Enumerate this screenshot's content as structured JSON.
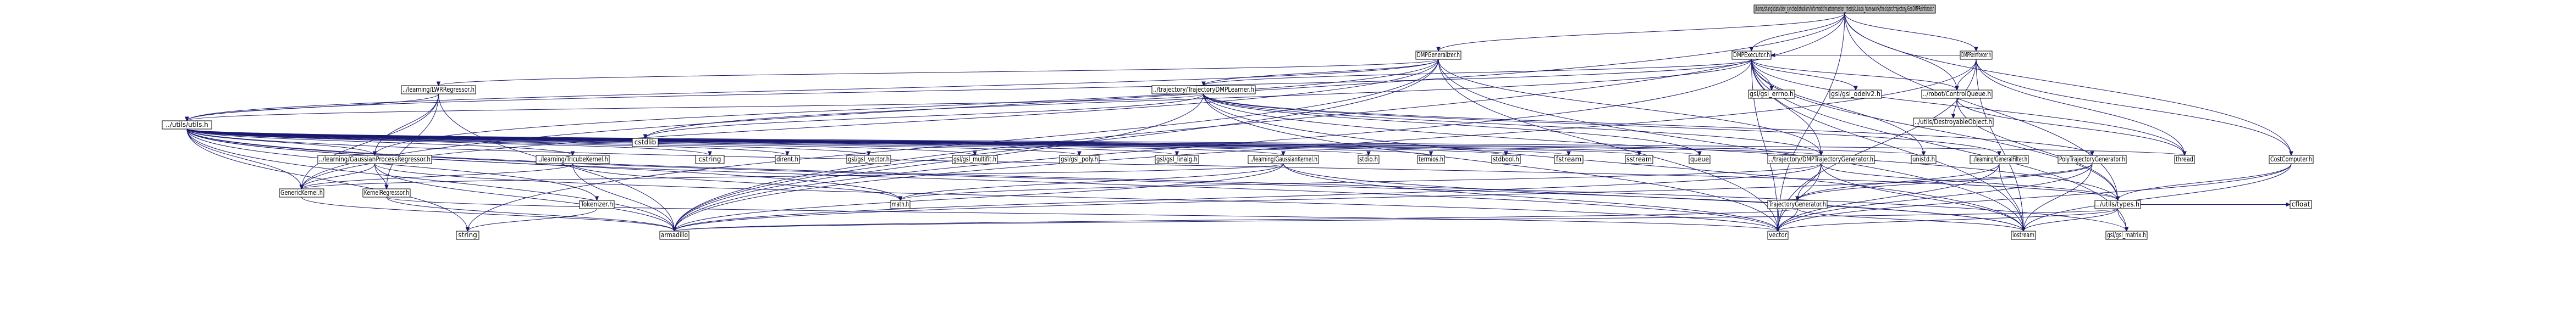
{
  "title": "/home/shangl/data/dev_synched/studium/informatik/master/master_thesis/kukadu_framework/thesis/src/trajectory/GenDMPReinforcer.h",
  "colors": {
    "edge": "#191970",
    "root_fill": "#bfbfbf",
    "node_fill": "#ffffff",
    "node_stroke": "#000000"
  },
  "nodes": [
    {
      "id": "root",
      "label": "/home/shangl/data/dev_synched/studium/informatik/master/master_thesis/kukadu_framework/thesis/src/trajectory/GenDMPReinforcer.h",
      "root": true
    },
    {
      "id": "dmpgeneralizer",
      "label": "DMPGeneralizer.h"
    },
    {
      "id": "dmpreinforcer",
      "label": "DMPReinforcer.h"
    },
    {
      "id": "dmpexecutor",
      "label": "DMPExecutor.h"
    },
    {
      "id": "lwrregressor",
      "label": "../learning/LWRRegressor.h"
    },
    {
      "id": "tdmplearner",
      "label": "../trajectory/TrajectoryDMPLearner.h"
    },
    {
      "id": "gslerrno",
      "label": "gsl/gsl_errno.h"
    },
    {
      "id": "gslodeiv2",
      "label": "gsl/gsl_odeiv2.h"
    },
    {
      "id": "robotcontrolqueue",
      "label": "../robot/ControlQueue.h"
    },
    {
      "id": "destroyable",
      "label": "../utils/DestroyableObject.h"
    },
    {
      "id": "utils",
      "label": "../utils/utils.h"
    },
    {
      "id": "cstdlib",
      "label": "cstdlib"
    },
    {
      "id": "gpr",
      "label": "../learning/GaussianProcessRegressor.h"
    },
    {
      "id": "tricubekernel",
      "label": "../learning/TricubeKernel.h"
    },
    {
      "id": "cstring",
      "label": "cstring"
    },
    {
      "id": "dirent",
      "label": "dirent.h"
    },
    {
      "id": "gslvector",
      "label": "gsl/gsl_vector.h"
    },
    {
      "id": "gslmultifit",
      "label": "gsl/gsl_multifit.h"
    },
    {
      "id": "gslpoly",
      "label": "gsl/gsl_poly.h"
    },
    {
      "id": "gsllinalg",
      "label": "gsl/gsl_linalg.h"
    },
    {
      "id": "gausskernel",
      "label": "../learning/GaussianKernel.h"
    },
    {
      "id": "stdio",
      "label": "stdio.h"
    },
    {
      "id": "termios",
      "label": "termios.h"
    },
    {
      "id": "stdbool",
      "label": "stdbool.h"
    },
    {
      "id": "fstream",
      "label": "fstream"
    },
    {
      "id": "sstream",
      "label": "sstream"
    },
    {
      "id": "queue",
      "label": "queue"
    },
    {
      "id": "tdmpgen",
      "label": "../trajectory/DMPTrajectoryGenerator.h"
    },
    {
      "id": "unistd",
      "label": "unistd.h"
    },
    {
      "id": "genfilter",
      "label": "../learning/GeneralFilter.h"
    },
    {
      "id": "polytraj",
      "label": "PolyTrajectoryGenerator.h"
    },
    {
      "id": "thread",
      "label": "thread"
    },
    {
      "id": "costcomputer",
      "label": "CostComputer.h"
    },
    {
      "id": "generickernel",
      "label": "GenericKernel.h"
    },
    {
      "id": "kernelregressor",
      "label": "KernelRegressor.h"
    },
    {
      "id": "tokenizer",
      "label": "Tokenizer.h"
    },
    {
      "id": "math",
      "label": "math.h"
    },
    {
      "id": "trajgen",
      "label": "TrajectoryGenerator.h"
    },
    {
      "id": "utilstypes",
      "label": "../utils/types.h"
    },
    {
      "id": "cfloat",
      "label": "cfloat"
    },
    {
      "id": "string",
      "label": "string"
    },
    {
      "id": "armadillo",
      "label": "armadillo"
    },
    {
      "id": "vector",
      "label": "vector"
    },
    {
      "id": "iostream",
      "label": "iostream"
    },
    {
      "id": "gslmatrix",
      "label": "gsl/gsl_matrix.h"
    }
  ],
  "edges": [
    [
      "root",
      "dmpgeneralizer"
    ],
    [
      "root",
      "dmpreinforcer"
    ],
    [
      "root",
      "dmpexecutor"
    ],
    [
      "root",
      "vector"
    ],
    [
      "root",
      "robotcontrolqueue"
    ],
    [
      "root",
      "costcomputer"
    ],
    [
      "root",
      "generickernel"
    ],
    [
      "root",
      "armadillo"
    ],
    [
      "root",
      "utilstypes"
    ],
    [
      "dmpreinforcer",
      "dmpexecutor"
    ],
    [
      "dmpreinforcer",
      "robotcontrolqueue"
    ],
    [
      "dmpreinforcer",
      "costcomputer"
    ],
    [
      "dmpreinforcer",
      "thread"
    ],
    [
      "dmpreinforcer",
      "vector"
    ],
    [
      "dmpreinforcer",
      "iostream"
    ],
    [
      "dmpreinforcer",
      "armadillo"
    ],
    [
      "dmpgeneralizer",
      "lwrregressor"
    ],
    [
      "dmpgeneralizer",
      "tdmplearner"
    ],
    [
      "dmpgeneralizer",
      "utils"
    ],
    [
      "dmpgeneralizer",
      "gpr"
    ],
    [
      "dmpgeneralizer",
      "generickernel"
    ],
    [
      "dmpgeneralizer",
      "tdmpgen"
    ],
    [
      "dmpgeneralizer",
      "vector"
    ],
    [
      "dmpgeneralizer",
      "iostream"
    ],
    [
      "dmpgeneralizer",
      "armadillo"
    ],
    [
      "dmpgeneralizer",
      "string"
    ],
    [
      "dmpexecutor",
      "tdmplearner"
    ],
    [
      "dmpexecutor",
      "gslerrno"
    ],
    [
      "dmpexecutor",
      "gslodeiv2"
    ],
    [
      "dmpexecutor",
      "robotcontrolqueue"
    ],
    [
      "dmpexecutor",
      "utils"
    ],
    [
      "dmpexecutor",
      "cstdlib"
    ],
    [
      "dmpexecutor",
      "tdmpgen"
    ],
    [
      "dmpexecutor",
      "unistd"
    ],
    [
      "dmpexecutor",
      "utilstypes"
    ],
    [
      "dmpexecutor",
      "vector"
    ],
    [
      "dmpexecutor",
      "iostream"
    ],
    [
      "dmpexecutor",
      "armadillo"
    ],
    [
      "dmpexecutor",
      "gslmatrix"
    ],
    [
      "dmpexecutor",
      "thread"
    ],
    [
      "lwrregressor",
      "utils"
    ],
    [
      "lwrregressor",
      "gpr"
    ],
    [
      "lwrregressor",
      "generickernel"
    ],
    [
      "lwrregressor",
      "kernelregressor"
    ],
    [
      "lwrregressor",
      "armadillo"
    ],
    [
      "tdmplearner",
      "utils"
    ],
    [
      "tdmplearner",
      "cstdlib"
    ],
    [
      "tdmplearner",
      "queue"
    ],
    [
      "tdmplearner",
      "tdmpgen"
    ],
    [
      "tdmplearner",
      "genfilter"
    ],
    [
      "tdmplearner",
      "polytraj"
    ],
    [
      "tdmplearner",
      "utilstypes"
    ],
    [
      "tdmplearner",
      "armadillo"
    ],
    [
      "tdmplearner",
      "iostream"
    ],
    [
      "tdmplearner",
      "vector"
    ],
    [
      "robotcontrolqueue",
      "destroyable"
    ],
    [
      "robotcontrolqueue",
      "utilstypes"
    ],
    [
      "robotcontrolqueue",
      "thread"
    ],
    [
      "utils",
      "gpr"
    ],
    [
      "utils",
      "tricubekernel"
    ],
    [
      "utils",
      "cstring"
    ],
    [
      "utils",
      "dirent"
    ],
    [
      "utils",
      "gslvector"
    ],
    [
      "utils",
      "gslmultifit"
    ],
    [
      "utils",
      "gslpoly"
    ],
    [
      "utils",
      "gsllinalg"
    ],
    [
      "utils",
      "gausskernel"
    ],
    [
      "utils",
      "stdio"
    ],
    [
      "utils",
      "termios"
    ],
    [
      "utils",
      "stdbool"
    ],
    [
      "utils",
      "fstream"
    ],
    [
      "utils",
      "sstream"
    ],
    [
      "utils",
      "queue"
    ],
    [
      "utils",
      "tdmpgen"
    ],
    [
      "utils",
      "unistd"
    ],
    [
      "utils",
      "thread"
    ],
    [
      "utils",
      "tokenizer"
    ],
    [
      "utils",
      "generickernel"
    ],
    [
      "utils",
      "utilstypes"
    ],
    [
      "utils",
      "math"
    ],
    [
      "utils",
      "vector"
    ],
    [
      "utils",
      "armadillo"
    ],
    [
      "utils",
      "iostream"
    ],
    [
      "utils",
      "string"
    ],
    [
      "utils",
      "gslmatrix"
    ],
    [
      "gpr",
      "generickernel"
    ],
    [
      "gpr",
      "kernelregressor"
    ],
    [
      "gpr",
      "armadillo"
    ],
    [
      "gpr",
      "vector"
    ],
    [
      "tricubekernel",
      "generickernel"
    ],
    [
      "tricubekernel",
      "math"
    ],
    [
      "tricubekernel",
      "armadillo"
    ],
    [
      "gausskernel",
      "generickernel"
    ],
    [
      "gausskernel",
      "math"
    ],
    [
      "gausskernel",
      "vector"
    ],
    [
      "gausskernel",
      "iostream"
    ],
    [
      "gausskernel",
      "armadillo"
    ],
    [
      "tdmpgen",
      "trajgen"
    ],
    [
      "tdmpgen",
      "utilstypes"
    ],
    [
      "tdmpgen",
      "math"
    ],
    [
      "tdmpgen",
      "vector"
    ],
    [
      "tdmpgen",
      "iostream"
    ],
    [
      "tdmpgen",
      "armadillo"
    ],
    [
      "genfilter",
      "trajgen"
    ],
    [
      "genfilter",
      "vector"
    ],
    [
      "genfilter",
      "iostream"
    ],
    [
      "polytraj",
      "trajgen"
    ],
    [
      "polytraj",
      "vector"
    ],
    [
      "polytraj",
      "armadillo"
    ],
    [
      "polytraj",
      "iostream"
    ],
    [
      "costcomputer",
      "utilstypes"
    ],
    [
      "costcomputer",
      "vector"
    ],
    [
      "costcomputer",
      "iostream"
    ],
    [
      "generickernel",
      "armadillo"
    ],
    [
      "kernelregressor",
      "armadillo"
    ],
    [
      "kernelregressor",
      "vector"
    ],
    [
      "tokenizer",
      "string"
    ],
    [
      "trajgen",
      "vector"
    ],
    [
      "trajgen",
      "iostream"
    ],
    [
      "trajgen",
      "armadillo"
    ],
    [
      "utilstypes",
      "gslmatrix"
    ],
    [
      "utilstypes",
      "cfloat"
    ],
    [
      "utilstypes",
      "vector"
    ],
    [
      "utilstypes",
      "iostream"
    ],
    [
      "utilstypes",
      "armadillo"
    ]
  ]
}
